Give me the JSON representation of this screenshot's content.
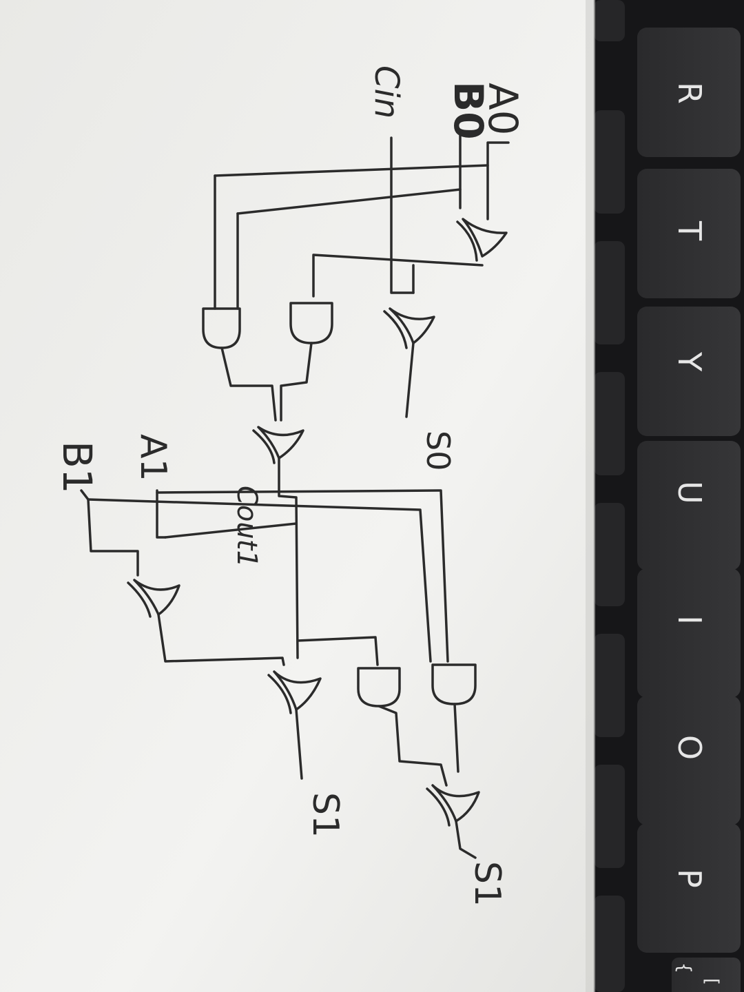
{
  "photo": {
    "paper_color": "#f1f1ef",
    "ink_color": "#2b2b2b",
    "keyboard_color": "#1c1c1e",
    "key_color": "#2c2c2e"
  },
  "keyboard": {
    "keys": [
      "R",
      "T",
      "Y",
      "U",
      "I",
      "O",
      "P",
      "{",
      "["
    ]
  },
  "schematic": {
    "inputs": [
      "A0",
      "B0",
      "Cin",
      "A1",
      "B1"
    ],
    "outputs": [
      "S0",
      "S1",
      "S1"
    ],
    "net_labels": [
      "Cout1"
    ]
  }
}
